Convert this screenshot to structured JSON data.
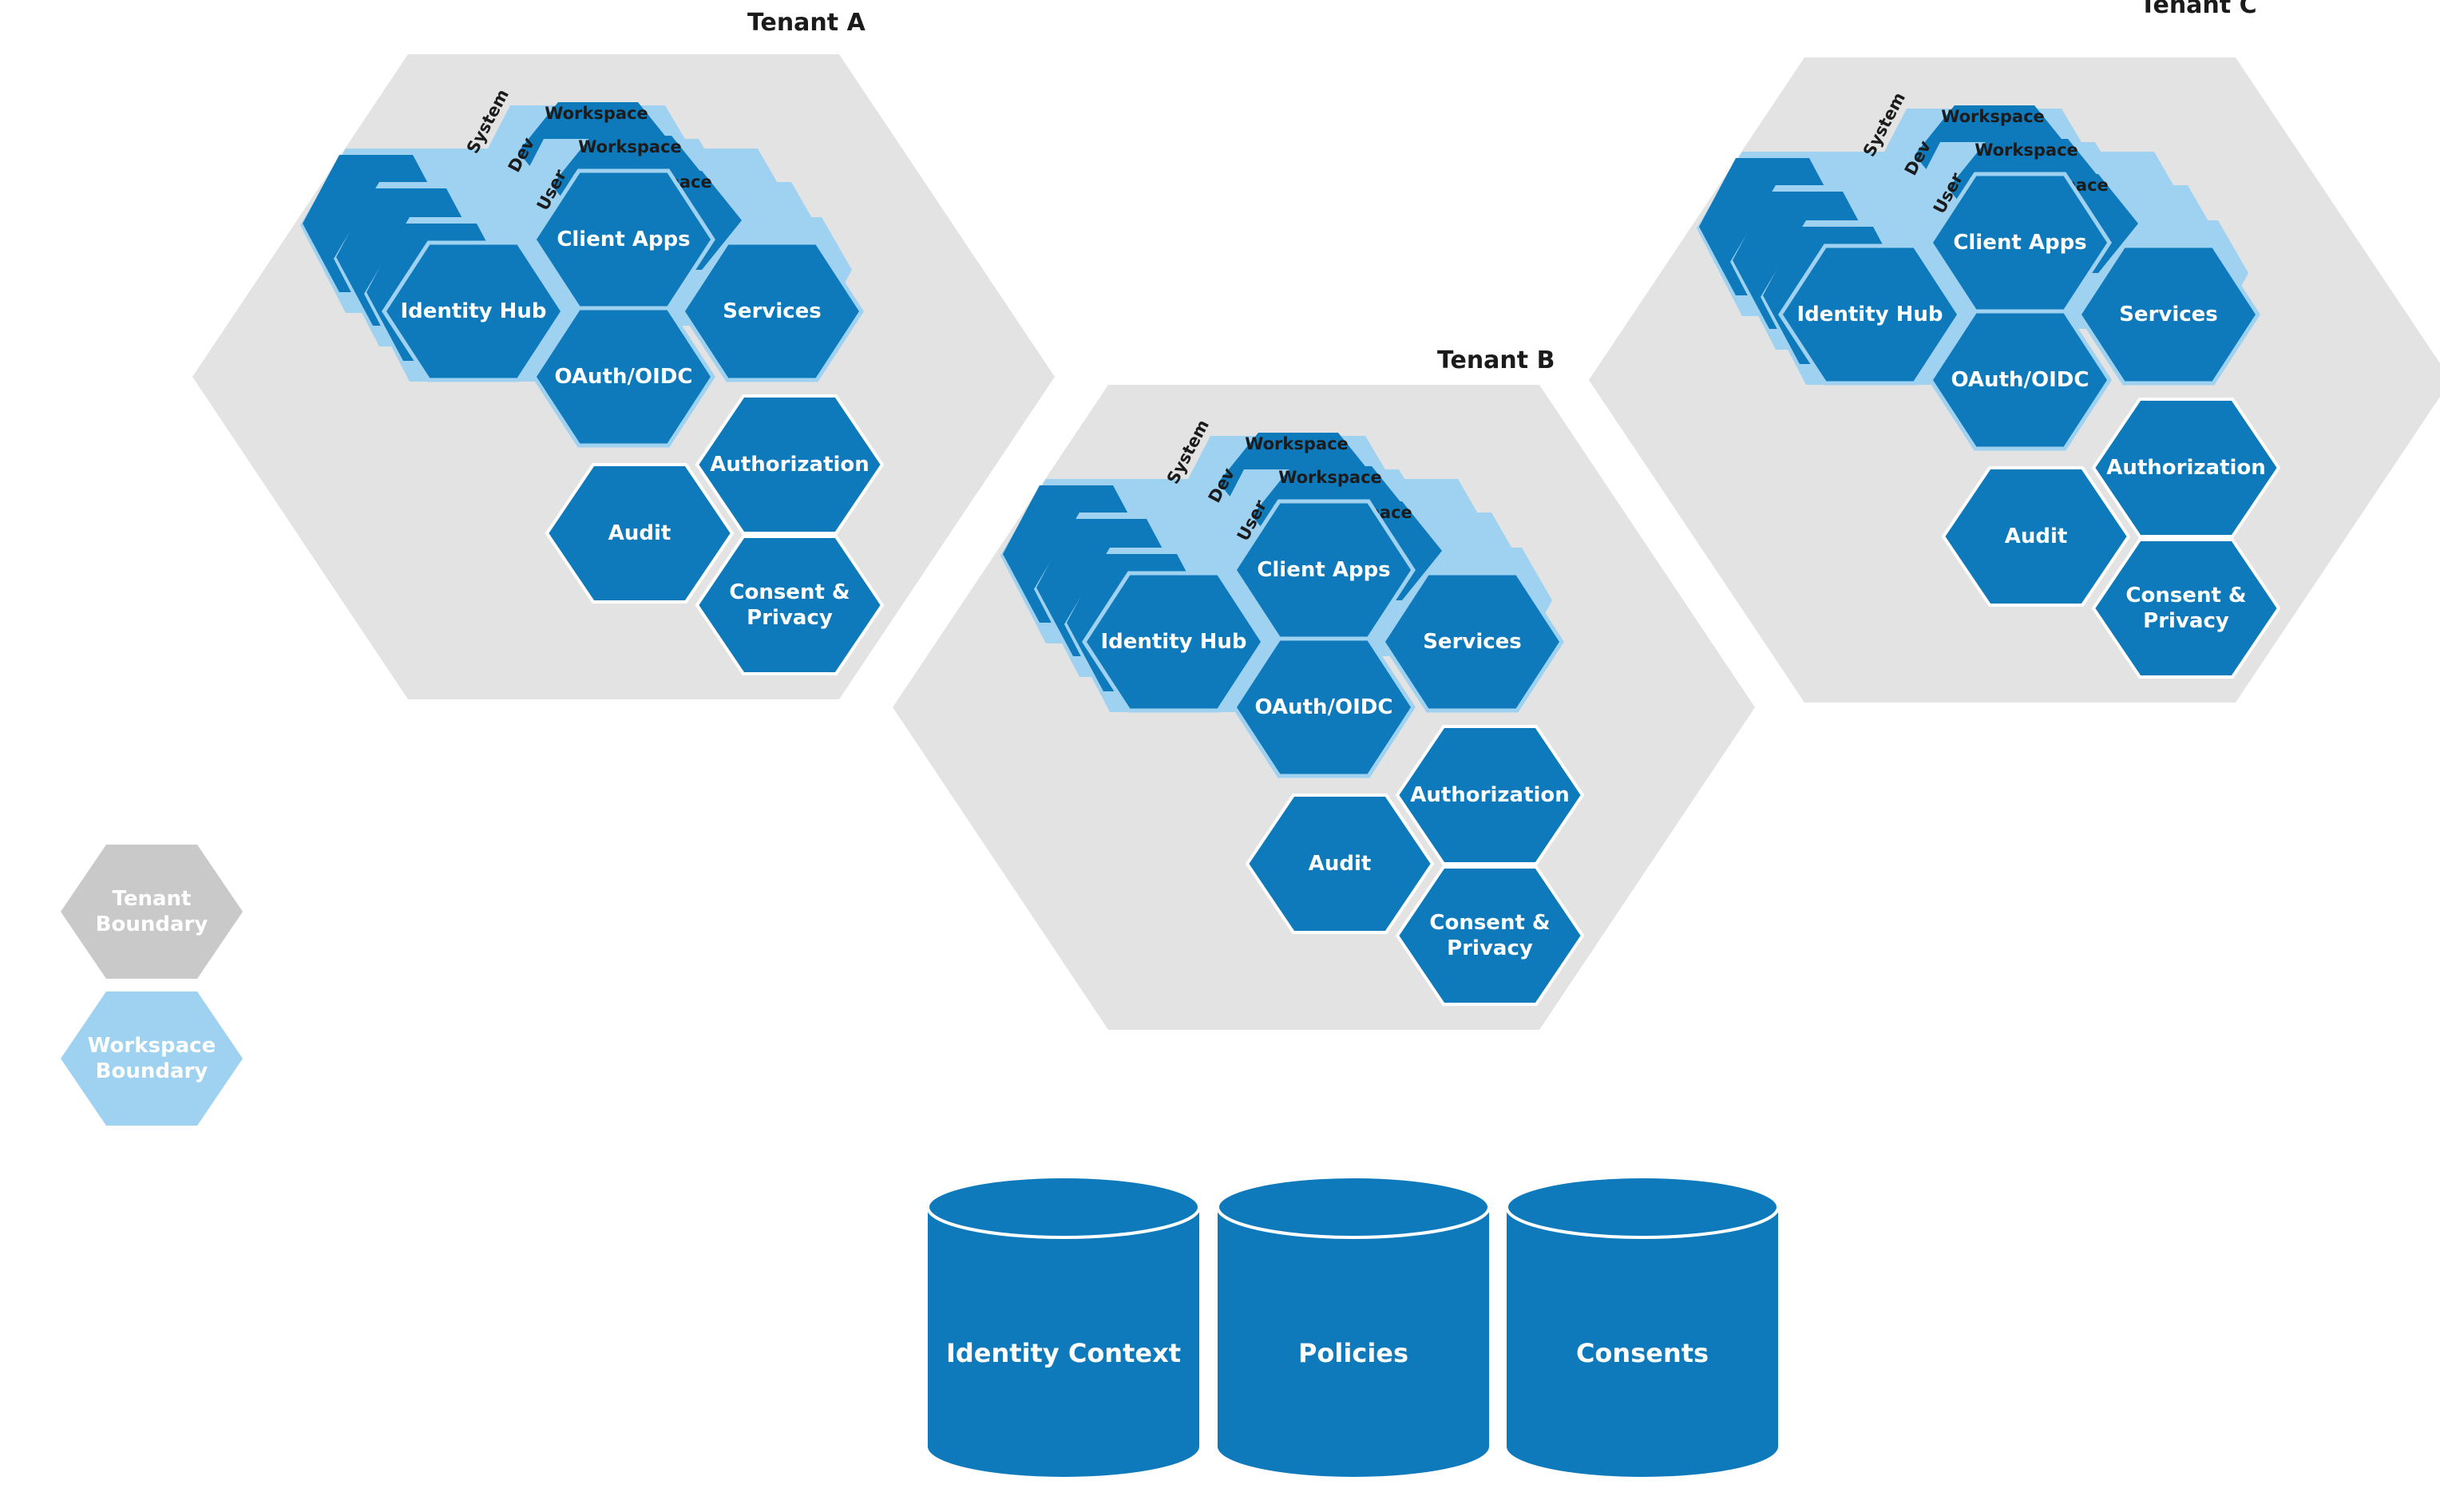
{
  "colors": {
    "tenant_fill": "#e3e3e3",
    "workspace_fill": "#9fd1f1",
    "component_fill": "#0e7abc",
    "component_stroke": "#9fd1f1",
    "legend_tenant_fill": "#c9c9c9",
    "legend_text": "#f2f2f2",
    "label_dark": "#1b1b1b"
  },
  "tenants": [
    {
      "id": "a",
      "title": "Tenant A",
      "workspace_label": "Workspace",
      "workspace_layers": [
        "System",
        "Dev",
        "User"
      ],
      "components": {
        "client_apps": "Client Apps",
        "identity_hub": "Identity Hub",
        "services": "Services",
        "oauth": "OAuth/OIDC",
        "authorization": "Authorization",
        "audit": "Audit",
        "consent": [
          "Consent &",
          "Privacy"
        ]
      }
    },
    {
      "id": "b",
      "title": "Tenant B",
      "workspace_label": "Workspace",
      "workspace_layers": [
        "System",
        "Dev",
        "User"
      ],
      "components": {
        "client_apps": "Client Apps",
        "identity_hub": "Identity Hub",
        "services": "Services",
        "oauth": "OAuth/OIDC",
        "authorization": "Authorization",
        "audit": "Audit",
        "consent": [
          "Consent &",
          "Privacy"
        ]
      }
    },
    {
      "id": "c",
      "title": "Tenant C",
      "workspace_label": "Workspace",
      "workspace_layers": [
        "System",
        "Dev",
        "User"
      ],
      "components": {
        "client_apps": "Client Apps",
        "identity_hub": "Identity Hub",
        "services": "Services",
        "oauth": "OAuth/OIDC",
        "authorization": "Authorization",
        "audit": "Audit",
        "consent": [
          "Consent &",
          "Privacy"
        ]
      }
    }
  ],
  "legend": {
    "tenant_boundary": [
      "Tenant",
      "Boundary"
    ],
    "workspace_boundary": [
      "Workspace",
      "Boundary"
    ]
  },
  "databases": [
    "Identity Context",
    "Policies",
    "Consents"
  ]
}
